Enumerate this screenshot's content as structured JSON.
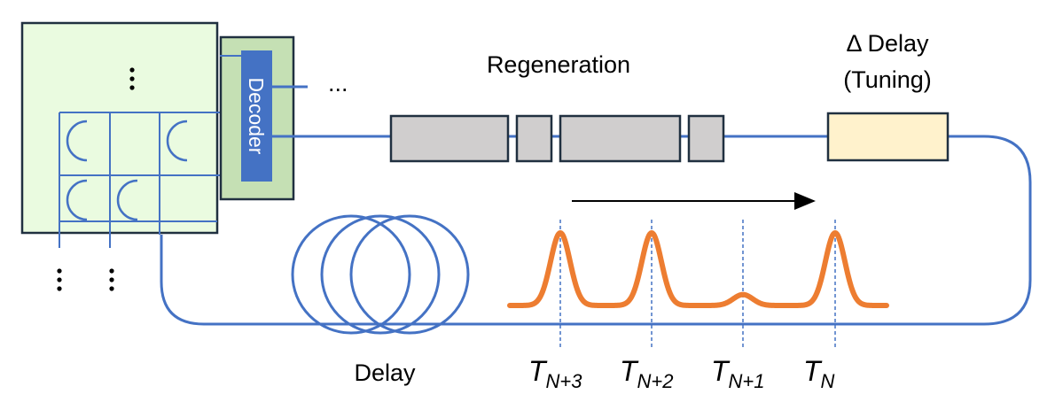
{
  "colors": {
    "chip_fill": "#eafbe0",
    "decoder_panel": "#c5e0b4",
    "decoder_block": "#4472c4",
    "waveguide": "#4472c4",
    "regen_block": "#d0cece",
    "tuning_block": "#fff2cc",
    "pulse": "#ed7d31",
    "outline": "#203040"
  },
  "labels": {
    "decoder": "Decoder",
    "regeneration": "Regeneration",
    "delta_delay": "Δ Delay",
    "tuning": "(Tuning)",
    "delay": "Delay",
    "ellipsis_horizontal": "..."
  },
  "time_labels": [
    {
      "main": "T",
      "sub": "N+3"
    },
    {
      "main": "T",
      "sub": "N+2"
    },
    {
      "main": "T",
      "sub": "N+1"
    },
    {
      "main": "T",
      "sub": "N"
    }
  ],
  "pulse_amplitudes": [
    1,
    1,
    0.15,
    1
  ],
  "icons": {
    "arrow": "arrow-right",
    "coil": "fiber-coil",
    "ring": "ring-resonator"
  }
}
